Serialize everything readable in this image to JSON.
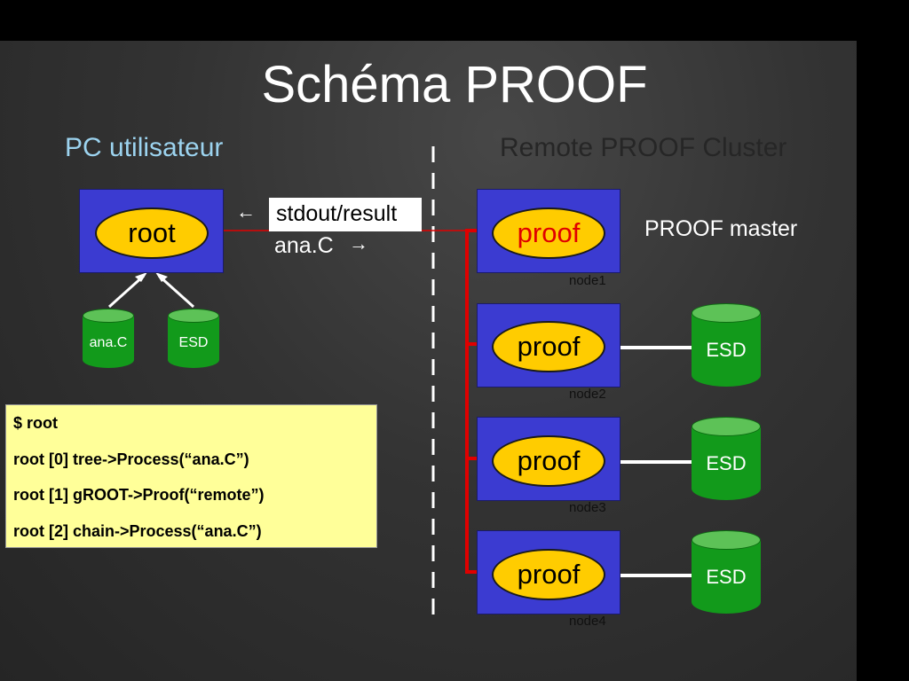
{
  "slide": {
    "title": "Schéma PROOF",
    "left_heading": "PC utilisateur",
    "right_heading": "Remote PROOF Cluster",
    "colors": {
      "background": "#333333",
      "box_blue": "#3b3bd1",
      "oval_yellow": "#ffcc00",
      "disk_green": "#129a1b",
      "link_red": "#e00000",
      "code_bg": "#ffff99",
      "heading_blue": "#9cd3ef"
    }
  },
  "client": {
    "process_label": "root",
    "disks": [
      "ana.C",
      "ESD"
    ]
  },
  "messages": {
    "upstream": "stdout/result",
    "downstream": "ana.C",
    "left_arrow": "←",
    "right_arrow": "→"
  },
  "cluster": {
    "master_label": "PROOF master",
    "nodes": [
      {
        "process": "proof",
        "node": "node1"
      },
      {
        "process": "proof",
        "node": "node2",
        "disk": "ESD"
      },
      {
        "process": "proof",
        "node": "node3",
        "disk": "ESD"
      },
      {
        "process": "proof",
        "node": "node4",
        "disk": "ESD"
      }
    ]
  },
  "console": {
    "lines": [
      "$ root",
      "root [0] tree->Process(“ana.C”)",
      "root [1] gROOT->Proof(“remote”)",
      "root [2] chain->Process(“ana.C”)"
    ]
  }
}
